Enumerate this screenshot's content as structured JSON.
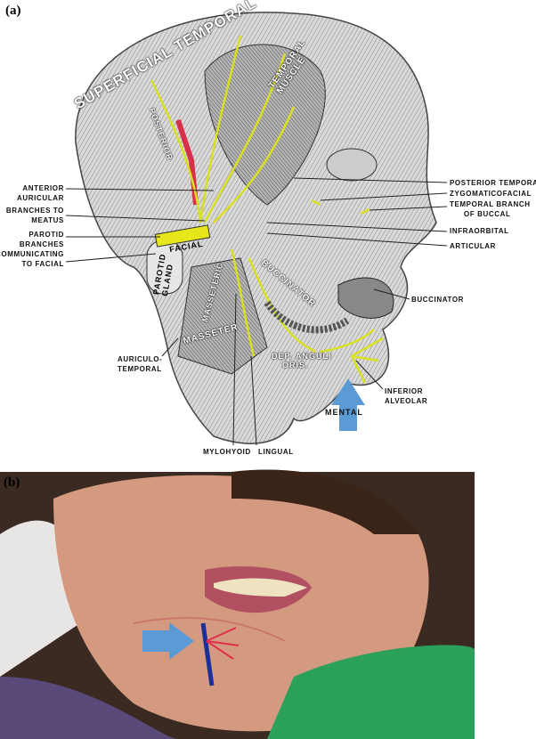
{
  "panel_a": {
    "label": "(a)",
    "left_labels": [
      "ANTERIOR",
      "AURICULAR",
      "BRANCHES TO",
      "MEATUS",
      "PAROTID",
      "BRANCHES",
      "COMMUNICATING",
      "TO FACIAL",
      "AURICULO-",
      "TEMPORAL"
    ],
    "right_labels": [
      "POSTERIOR TEMPORAL",
      "ZYGOMATICOFACIAL",
      "TEMPORAL BRANCH",
      "OF BUCCAL",
      "INFRAORBITAL",
      "ARTICULAR",
      "BUCCINATOR",
      "INFERIOR",
      "ALVEOLAR"
    ],
    "bottom_labels": [
      "MYLOHYOID",
      "LINGUAL"
    ],
    "inner_labels": {
      "superficial_temporal": "SUPERFICIAL TEMPORAL",
      "posterior": "POSTERIOR",
      "temporal_muscle_1": "TEMPORAL",
      "temporal_muscle_2": "MUSCLE",
      "facial": "FACIAL",
      "parotid_1": "PAROTID",
      "parotid_2": "GLAND",
      "masseteric": "MASSETERIC",
      "masseter": "MASSETER",
      "buccinator": "BUCCINATOR",
      "dep_anguli_1": "DEP. ANGULI",
      "dep_anguli_2": "ORIS.",
      "mental": "MENTAL"
    },
    "arrow_color": "#5b9bd5"
  },
  "panel_b": {
    "label": "(b)",
    "arrow_color": "#5b9bd5",
    "marker_color": "#1a2f9a"
  }
}
